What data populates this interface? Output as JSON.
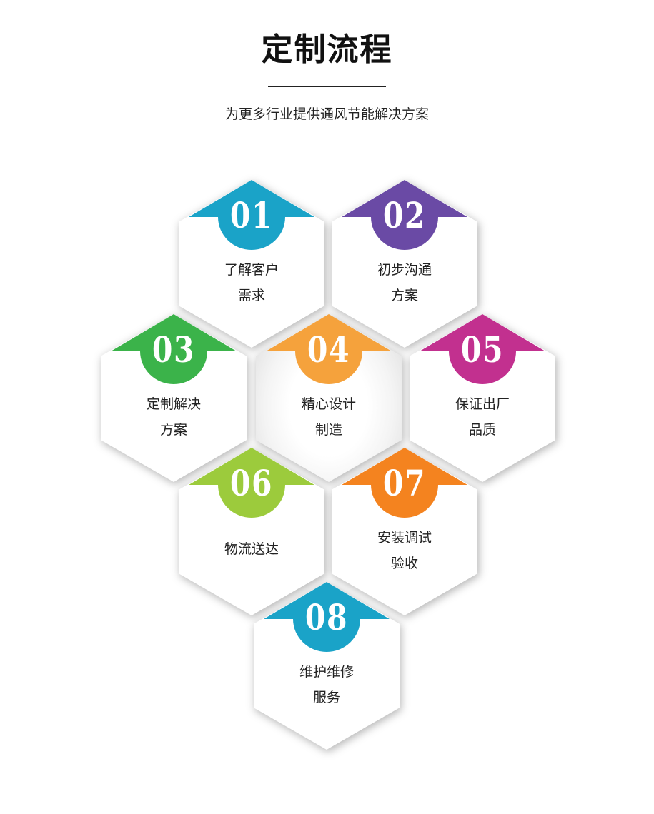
{
  "header": {
    "title": "定制流程",
    "subtitle": "为更多行业提供通风节能解决方案"
  },
  "steps": [
    {
      "num": "01",
      "line1": "了解客户",
      "line2": "需求",
      "color": "#1aa3c8"
    },
    {
      "num": "02",
      "line1": "初步沟通",
      "line2": "方案",
      "color": "#6a4aa5"
    },
    {
      "num": "03",
      "line1": "定制解决",
      "line2": "方案",
      "color": "#3bb34a"
    },
    {
      "num": "04",
      "line1": "精心设计",
      "line2": "制造",
      "color": "#f5a23c"
    },
    {
      "num": "05",
      "line1": "保证出厂",
      "line2": "品质",
      "color": "#c2308f"
    },
    {
      "num": "06",
      "line1": "物流送达",
      "line2": "",
      "color": "#9ccb3c"
    },
    {
      "num": "07",
      "line1": "安装调试",
      "line2": "验收",
      "color": "#f4831f"
    },
    {
      "num": "08",
      "line1": "维护维修",
      "line2": "服务",
      "color": "#1aa3c8"
    }
  ]
}
